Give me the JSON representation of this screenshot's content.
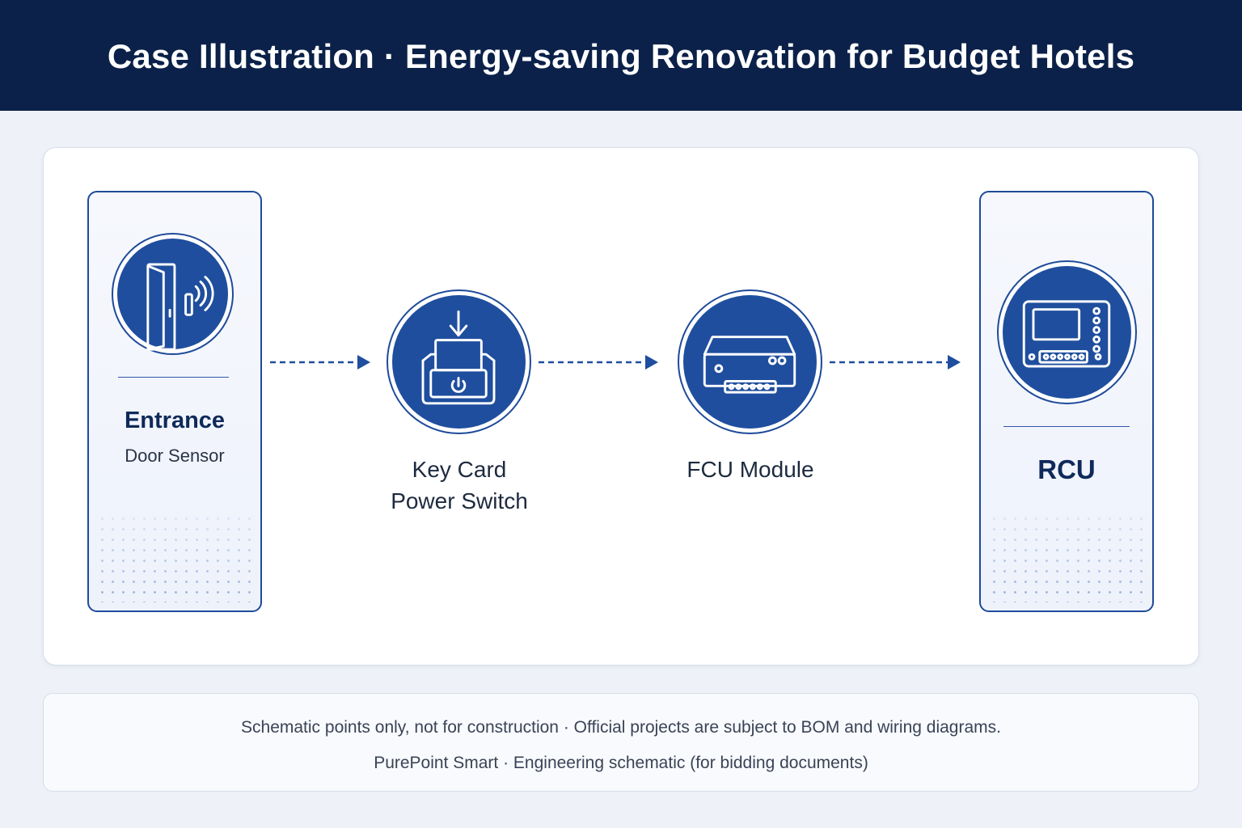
{
  "header": {
    "title": "Case Illustration · Energy-saving Renovation for Budget Hotels"
  },
  "nodes": {
    "entrance": {
      "title": "Entrance",
      "subtitle": "Door Sensor",
      "icon": "door-sensor-icon"
    },
    "keycard": {
      "line1": "Key Card",
      "line2": "Power Switch",
      "icon": "key-card-switch-icon"
    },
    "fcu": {
      "title": "FCU Module",
      "icon": "fcu-module-icon"
    },
    "rcu": {
      "title": "RCU",
      "icon": "rcu-controller-icon"
    }
  },
  "footer": {
    "line1": "Schematic points only, not for construction · Official projects are subject to BOM and wiring diagrams.",
    "line2": "PurePoint Smart · Engineering schematic (for bidding documents)"
  },
  "colors": {
    "header_bg": "#0b2149",
    "accent": "#1f4e9e",
    "card_border": "#1e4a9a"
  }
}
